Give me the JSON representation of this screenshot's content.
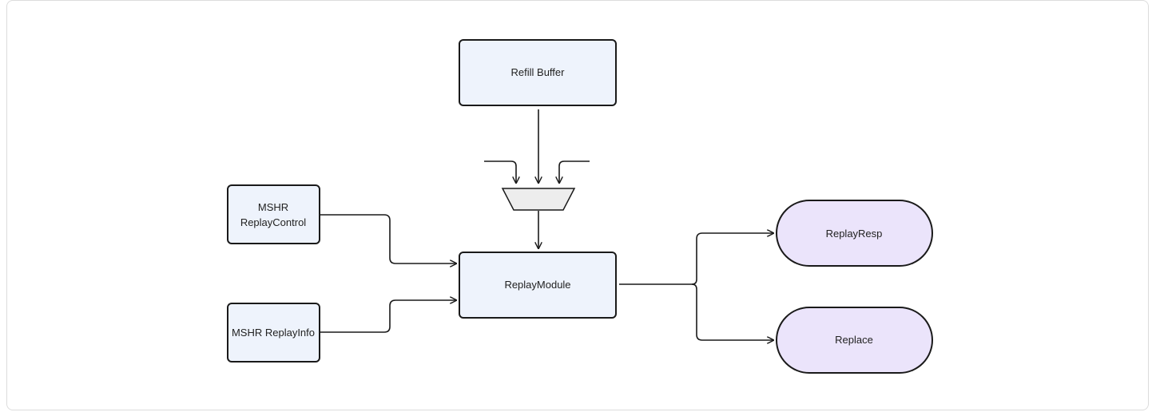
{
  "nodes": {
    "refill_buffer": {
      "label": "Refill Buffer",
      "shape": "box"
    },
    "mshr_replay_control": {
      "label_lines": [
        "MSHR",
        "ReplayControl"
      ],
      "shape": "box"
    },
    "mshr_replay_info": {
      "label": "MSHR ReplayInfo",
      "shape": "box"
    },
    "replay_module": {
      "label": "ReplayModule",
      "shape": "box"
    },
    "replay_resp": {
      "label": "ReplayResp",
      "shape": "pill"
    },
    "replace": {
      "label": "Replace",
      "shape": "pill"
    },
    "mux": {
      "label": "",
      "shape": "trapezoid"
    }
  },
  "edges": [
    {
      "from": "refill_buffer",
      "to": "mux"
    },
    {
      "from": "external-left",
      "to": "mux"
    },
    {
      "from": "external-right",
      "to": "mux"
    },
    {
      "from": "mux",
      "to": "replay_module"
    },
    {
      "from": "mshr_replay_control",
      "to": "replay_module"
    },
    {
      "from": "mshr_replay_info",
      "to": "replay_module"
    },
    {
      "from": "replay_module",
      "to": "replay_resp"
    },
    {
      "from": "replay_module",
      "to": "replace"
    }
  ],
  "colors": {
    "box_fill": "#eef3fc",
    "pill_fill": "#ebe4fb",
    "mux_fill": "#ededed",
    "stroke": "#1a1a1a",
    "frame_border": "#dcdcdc"
  }
}
